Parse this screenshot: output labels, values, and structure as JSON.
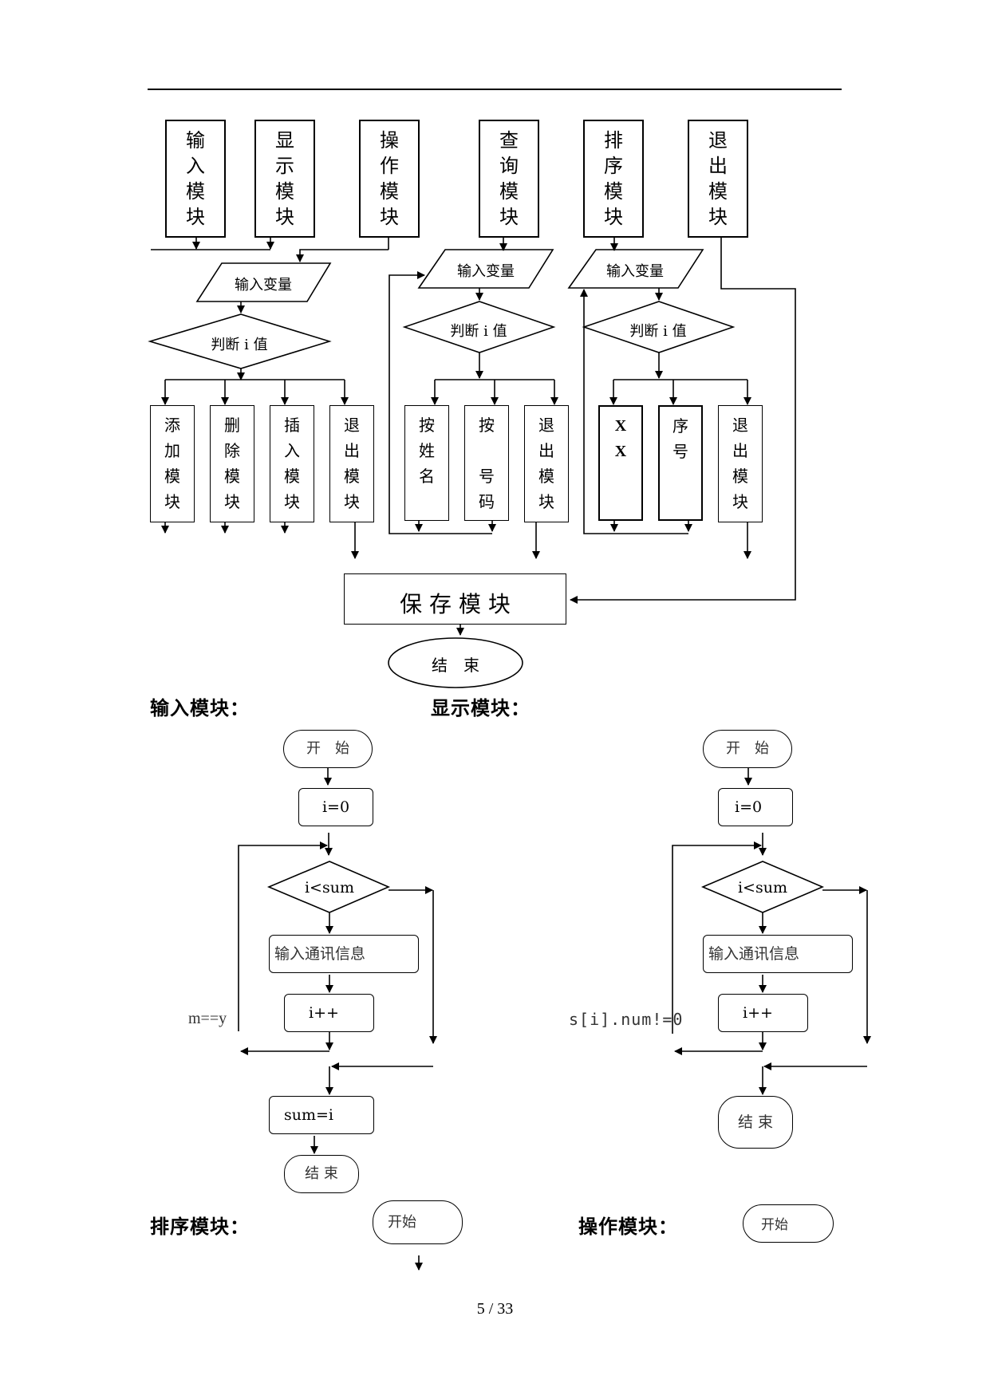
{
  "top_modules": [
    {
      "label": [
        "输",
        "入",
        "模",
        "块"
      ]
    },
    {
      "label": [
        "显",
        "示",
        "模",
        "块"
      ]
    },
    {
      "label": [
        "操",
        "作",
        "模",
        "块"
      ]
    },
    {
      "label": [
        "查",
        "询",
        "模",
        "块"
      ]
    },
    {
      "label": [
        "排",
        "序",
        "模",
        "块"
      ]
    },
    {
      "label": [
        "退",
        "出",
        "模",
        "块"
      ]
    }
  ],
  "input_variable_label": "输入变量",
  "judge_label": "判断 i 值",
  "op_submodules": [
    {
      "label": [
        "添",
        "加",
        "模",
        "块"
      ]
    },
    {
      "label": [
        "删",
        "除",
        "模",
        "块"
      ]
    },
    {
      "label": [
        "插",
        "入",
        "模",
        "块"
      ]
    },
    {
      "label": [
        "退",
        "出",
        "模",
        "块"
      ]
    }
  ],
  "query_submodules": [
    {
      "label": [
        "按",
        "姓",
        "名",
        ""
      ]
    },
    {
      "label": [
        "按",
        "",
        "号",
        "码"
      ]
    },
    {
      "label": [
        "退",
        "出",
        "模",
        "块"
      ]
    }
  ],
  "sort_submodules": [
    {
      "label": [
        "X",
        "X",
        "",
        ""
      ]
    },
    {
      "label": [
        "序",
        "号",
        "",
        ""
      ]
    },
    {
      "label": [
        "退",
        "出",
        "模",
        "块"
      ]
    }
  ],
  "save_module": "保 存 模 块",
  "end_label": "结　束",
  "sections": {
    "input_module_title": "输入模块：",
    "display_module_title": "显示模块：",
    "sort_module_title": "排序模块：",
    "operation_module_title": "操作模块："
  },
  "input_flow": {
    "start": "开　始",
    "init": "i=0",
    "condition": "i<sum",
    "process": "输入通讯信息",
    "increment": "i++",
    "loop_condition": "m==y",
    "assign": "sum=i",
    "end": "结 束"
  },
  "display_flow": {
    "start": "开　始",
    "init": "i=0",
    "condition": "i<sum",
    "process": "输入通讯信息",
    "increment": "i++",
    "loop_condition": "s[i].num!=0",
    "end": "结 束"
  },
  "sort_flow": {
    "start": "开始"
  },
  "operation_flow": {
    "start": "开始"
  },
  "page_number": "5 / 33"
}
